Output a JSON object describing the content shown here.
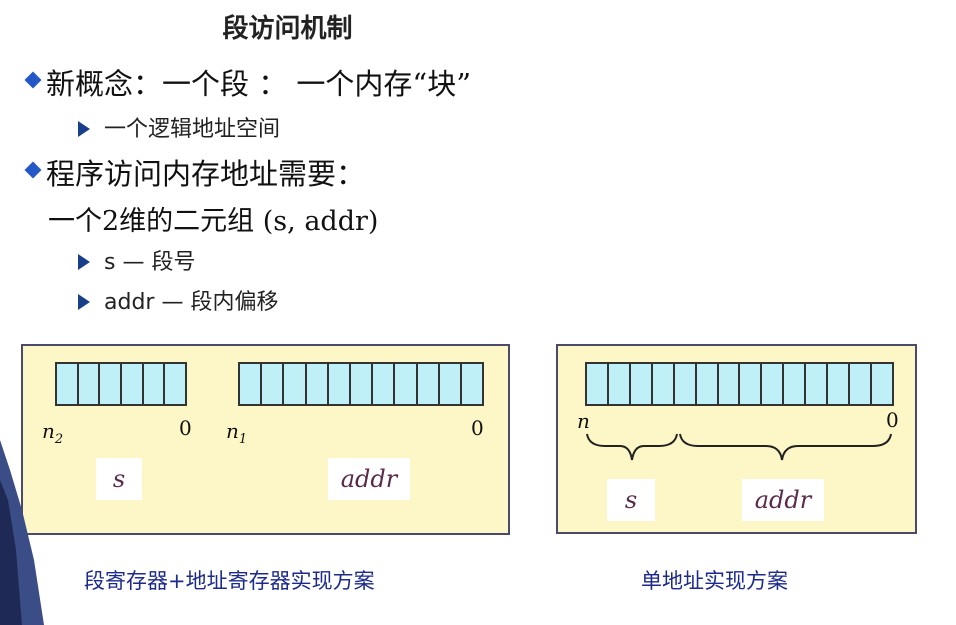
{
  "title": "段访问机制",
  "bullets": [
    {
      "text": "新概念：一个段 ： 一个内存“块”",
      "subs": [
        "一个逻辑地址空间"
      ]
    },
    {
      "text": "程序访问内存地址需要：",
      "subs": []
    }
  ],
  "tuple_line": "一个2维的二元组 (s, addr)",
  "tuple_subs": [
    "s — 段号",
    "addr — 段内偏移"
  ],
  "left_panel": {
    "seg_reg_high": "n",
    "seg_reg_high_sub": "2",
    "seg_reg_low": "0",
    "addr_reg_high": "n",
    "addr_reg_high_sub": "1",
    "addr_reg_low": "0",
    "seg_label": "s",
    "addr_label": "addr",
    "caption": "段寄存器+地址寄存器实现方案"
  },
  "right_panel": {
    "reg_high": "n",
    "reg_low": "0",
    "seg_label": "s",
    "addr_label": "addr",
    "caption": "单地址实现方案"
  },
  "colors": {
    "panel_bg": "#fdf6c6",
    "register_fill": "#bff0f8",
    "bullet_diamond": "#2557c9",
    "caption_text": "#1c2a8c"
  }
}
